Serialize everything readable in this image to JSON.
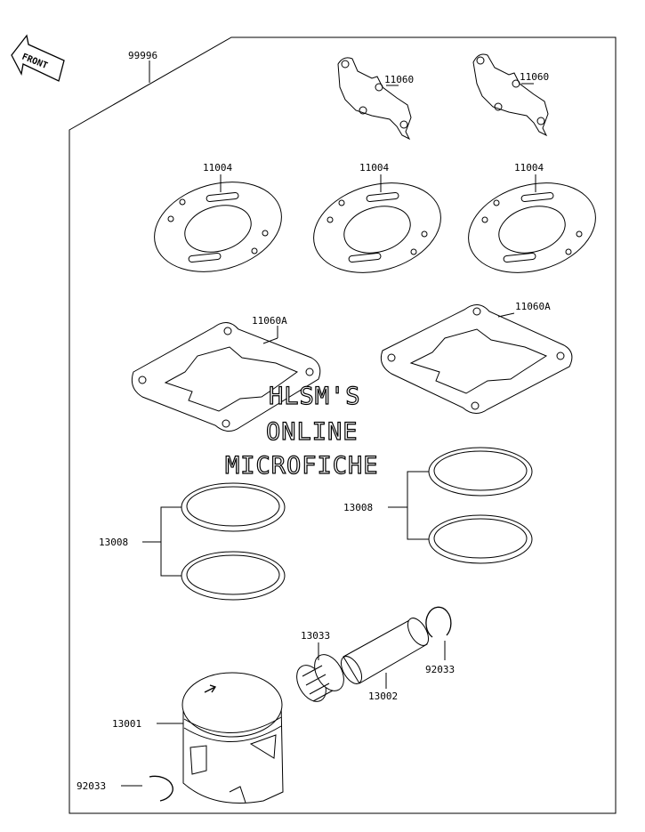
{
  "front_tag": "FRONT",
  "watermark": {
    "line1": "HLSM'S",
    "line2": "ONLINE",
    "line3": "MICROFICHE"
  },
  "parts": {
    "kit": "99996",
    "gasket_cover_1": "11060",
    "gasket_cover_2": "11060",
    "head_gasket_1": "11004",
    "head_gasket_2": "11004",
    "head_gasket_3": "11004",
    "base_gasket_1": "11060A",
    "base_gasket_2": "11060A",
    "rings_left": "13008",
    "rings_right": "13008",
    "bearing": "13033",
    "circlip_right": "92033",
    "piston_pin": "13002",
    "piston": "13001",
    "circlip_left": "92033"
  },
  "icons": [
    "front-arrow-icon"
  ]
}
